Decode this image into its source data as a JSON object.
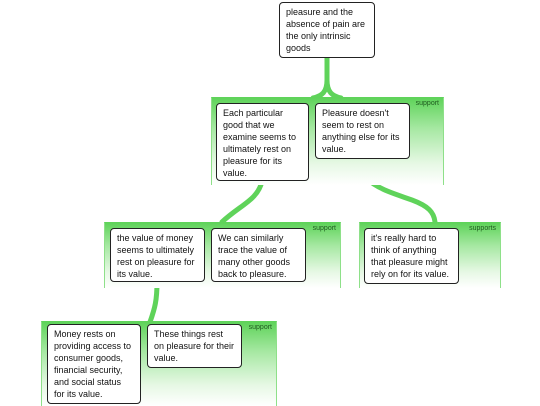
{
  "root": {
    "text": "pleasure and the absence of pain are the only intrinsic goods"
  },
  "groups": {
    "level1": {
      "label": "support"
    },
    "level2_left": {
      "label": "support"
    },
    "level2_right": {
      "label": "supports"
    },
    "level3": {
      "label": "support"
    }
  },
  "nodes": {
    "each_particular_good": "Each particular good that we examine seems to ultimately rest on pleasure for its value.",
    "pleasure_not_rest": "Pleasure doesn't seem to rest on anything else for its value.",
    "value_of_money": "the value of money seems to ultimately rest on pleasure for its value.",
    "trace_other_goods": "We can similarly trace the value of many other goods back to pleasure.",
    "hard_to_think": "it's really hard to think of anything that pleasure might rely on for its value.",
    "money_access": "Money rests on providing access to consumer goods, financial security, and social status for its value.",
    "things_rest": "These things rest on pleasure for their value."
  },
  "colors": {
    "connector": "#5fd35a",
    "group_top": "#5fd35a",
    "node_border": "#222222"
  }
}
